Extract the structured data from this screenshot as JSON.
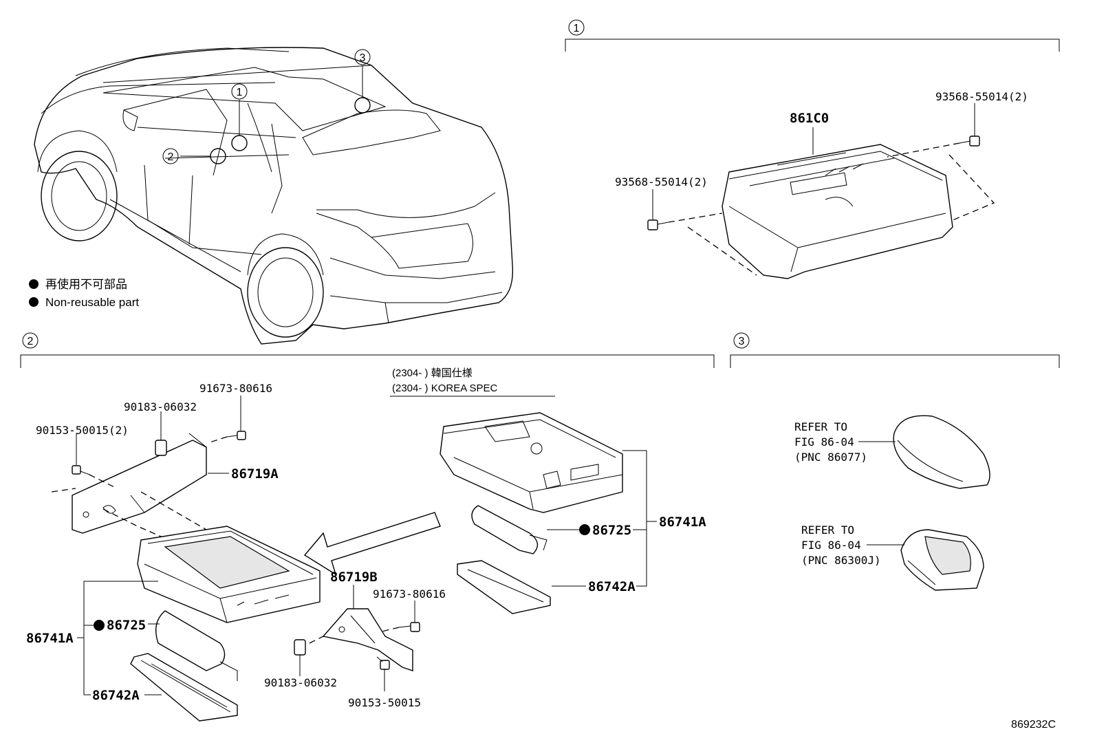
{
  "legend": {
    "items": [
      {
        "text": "再使用不可部品"
      },
      {
        "text": "Non-reusable part"
      }
    ]
  },
  "callouts": {
    "one": "1",
    "two": "2",
    "three": "3"
  },
  "section1": {
    "main_part": "861C0",
    "screw_right": "93568-55014(2)",
    "screw_left": "93568-55014(2)"
  },
  "section2": {
    "spec_line1": "(2304-      ) 韓国仕様",
    "spec_line2": "(2304-      ) KOREA SPEC",
    "parts": {
      "screw_top": "91673-80616",
      "nut_top": "90183-06032",
      "screw_left": "90153-50015(2)",
      "bracket_a": "86719A",
      "bracket_b": "86719B",
      "screw_mid": "91673-80616",
      "nut_bottom": "90183-06032",
      "screw_bottom": "90153-50015",
      "unit_left": "86741A",
      "module_left": "86725",
      "cover_left": "86742A",
      "unit_right": "86741A",
      "module_right": "86725",
      "cover_right": "86742A"
    }
  },
  "section3": {
    "ref1": {
      "line1": "REFER TO",
      "line2": "FIG 86-04",
      "line3": "(PNC 86077)"
    },
    "ref2": {
      "line1": "REFER TO",
      "line2": "FIG 86-04",
      "line3": "(PNC 86300J)"
    }
  },
  "figure_code": "869232C"
}
